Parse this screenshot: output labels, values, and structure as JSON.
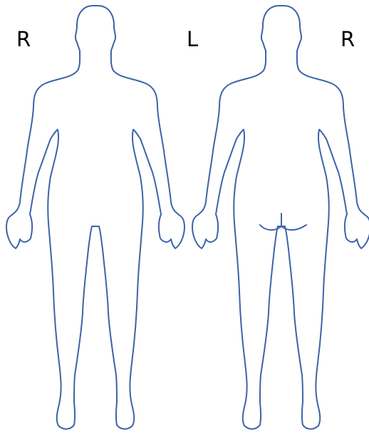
{
  "labels": {
    "front_right": "R",
    "center_left": "L",
    "back_right": "R"
  },
  "figures": [
    {
      "view": "front",
      "name": "front-body-outline"
    },
    {
      "view": "back",
      "name": "back-body-outline"
    }
  ],
  "colors": {
    "outline": "#3d64a8",
    "label": "#000000",
    "background": "#ffffff"
  }
}
